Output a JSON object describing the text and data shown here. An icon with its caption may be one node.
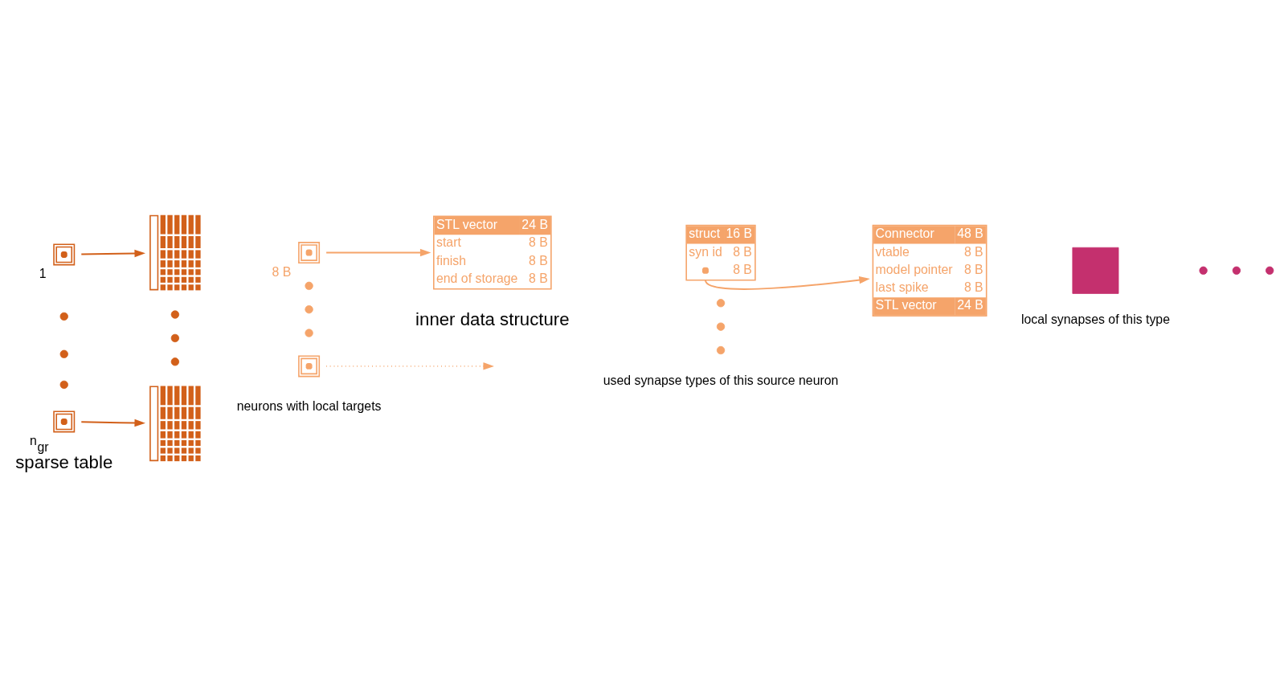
{
  "diagram": {
    "nodes": [
      {
        "text": [],
        "shape": "box",
        "beside": [
          "1"
        ]
      },
      {
        "text": [],
        "shape": "box",
        "beside": [
          "n$_{gr}$"
        ]
      },
      {
        "text": [],
        "shape": "bar"
      },
      {
        "text": [],
        "shape": "bar"
      },
      {
        "text": [],
        "shape": "box",
        "beside": [
          "8 B"
        ]
      },
      {
        "text": [],
        "shape": "box"
      },
      {
        "text": [
          "STL vector",
          "24 B",
          "start",
          "8 B",
          "finish",
          "8 B",
          "end of storage",
          "8 B"
        ]
      },
      {
        "text": [
          "struct",
          "16 B",
          "syn id",
          "8 B",
          "8 B"
        ]
      },
      {
        "text": [
          "Connector",
          "48 B",
          "vtable",
          "8 B",
          "model pointer",
          "8 B",
          "last spike",
          "8 B",
          "STL vector",
          "24 B"
        ]
      },
      {
        "text": [],
        "shape": "box"
      }
    ],
    "edges": [
      {
        "from": 0,
        "to": 2,
        "arrow": "to"
      },
      {
        "from": 1,
        "to": 3,
        "arrow": "to"
      },
      {
        "from": 4,
        "to": 6,
        "arrow": "to"
      },
      {
        "from": 5,
        "to": null,
        "arrow": "to",
        "style": "dashed"
      },
      {
        "from": 7,
        "to": 8,
        "arrow": "to"
      }
    ],
    "labels": [
      "neurons with local targets",
      "used synapse types of this source neuron",
      "sparse table",
      "inner data structure",
      "local synapses of this type"
    ]
  }
}
